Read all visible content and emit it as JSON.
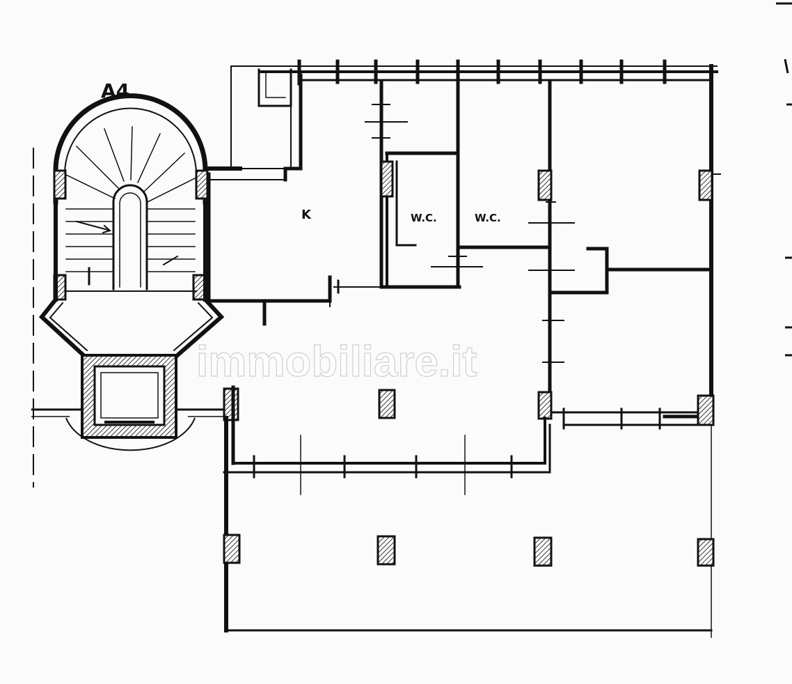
{
  "plan": {
    "block_label": "A4",
    "room_labels": {
      "kitchen": "K",
      "wc_left": "W.C.",
      "wc_right": "W.C."
    }
  },
  "watermark": "immobiliare.it",
  "colors": {
    "ink": "#111111",
    "paper": "#fbfbfb",
    "hatch": "#444444"
  }
}
